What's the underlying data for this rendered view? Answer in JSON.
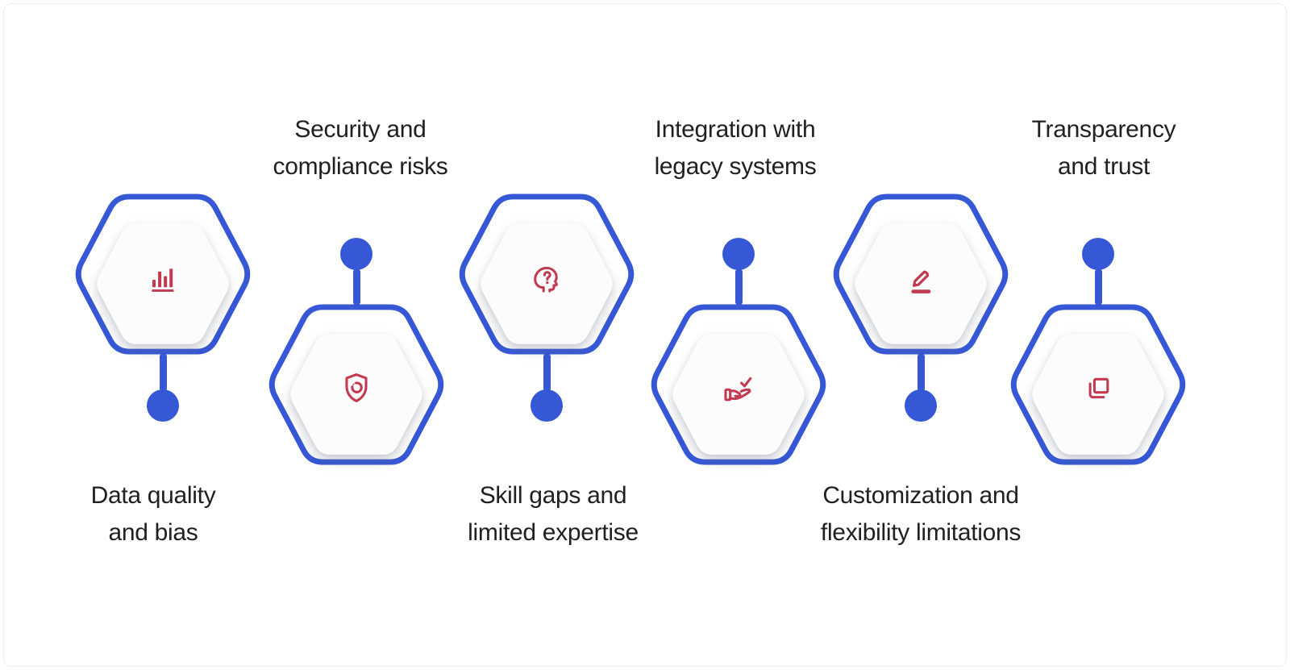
{
  "diagram": {
    "theme": {
      "hexagon_outline_color": "#3657d6",
      "connector_color": "#3657d6",
      "icon_color": "#c23a50",
      "label_color": "#202020",
      "background": "#ffffff"
    },
    "items": [
      {
        "label_line1": "Data quality",
        "label_line2": "and bias",
        "icon": "bar-chart-icon",
        "layout": "hexagon-above-label"
      },
      {
        "label_line1": "Security and",
        "label_line2": "compliance risks",
        "icon": "shield-icon",
        "layout": "label-above-hexagon"
      },
      {
        "label_line1": "Skill gaps and",
        "label_line2": "limited expertise",
        "icon": "head-question-icon",
        "layout": "hexagon-above-label"
      },
      {
        "label_line1": "Integration with",
        "label_line2": "legacy systems",
        "icon": "hand-check-icon",
        "layout": "label-above-hexagon"
      },
      {
        "label_line1": "Customization and",
        "label_line2": "flexibility limitations",
        "icon": "pencil-icon",
        "layout": "hexagon-above-label"
      },
      {
        "label_line1": "Transparency",
        "label_line2": "and trust",
        "icon": "copy-icon",
        "layout": "label-above-hexagon"
      }
    ]
  }
}
